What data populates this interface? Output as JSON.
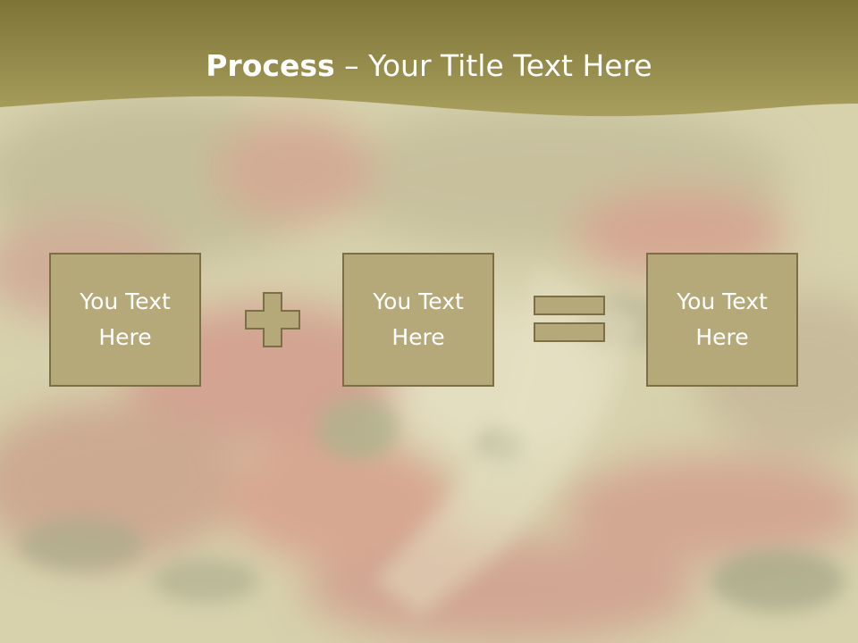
{
  "slide": {
    "title_bold": "Process",
    "title_dash": " – ",
    "title_rest": "Your Title Text Here",
    "boxes": [
      {
        "line1": "You Text",
        "line2": "Here"
      },
      {
        "line1": "You Text",
        "line2": "Here"
      },
      {
        "line1": "You Text",
        "line2": "Here"
      }
    ],
    "operators": [
      "plus-icon",
      "equals-icon"
    ]
  },
  "colors": {
    "header": "#958b4b",
    "box_fill": "#b6a979",
    "box_border": "#7d6f45",
    "text": "#ffffff"
  }
}
